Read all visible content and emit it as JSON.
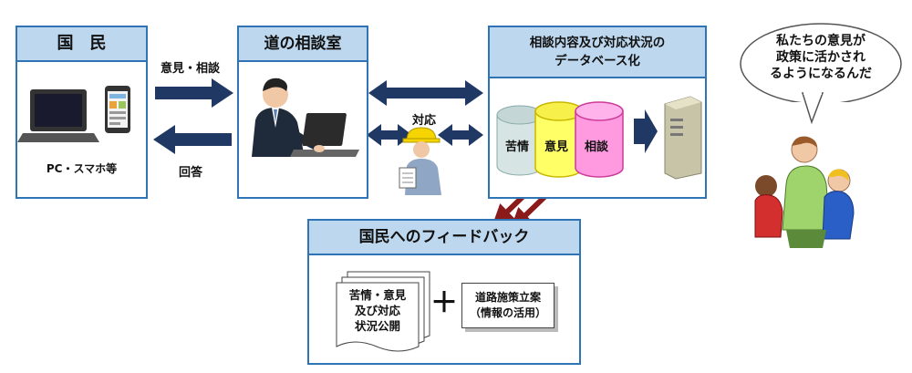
{
  "citizen": {
    "title": "国　民",
    "devices_caption": "PC・スマホ等"
  },
  "consult_room": {
    "title": "道の相談室"
  },
  "database": {
    "title_line1": "相談内容及び対応状況の",
    "title_line2": "データベース化",
    "cyl_complaint": "苦情",
    "cyl_opinion": "意見",
    "cyl_consult": "相談"
  },
  "arrows": {
    "to_room": "意見・相談",
    "answer": "回答",
    "response": "対応"
  },
  "feedback": {
    "title": "国民へのフィードバック",
    "doc_line1": "苦情・意見",
    "doc_line2": "及び対応",
    "doc_line3": "状況公開",
    "plus": "＋",
    "policy_line1": "道路施策立案",
    "policy_line2": "（情報の活用）"
  },
  "speech": {
    "line1": "私たちの意見が",
    "line2": "政策に活かされ",
    "line3": "るようになるんだ"
  }
}
